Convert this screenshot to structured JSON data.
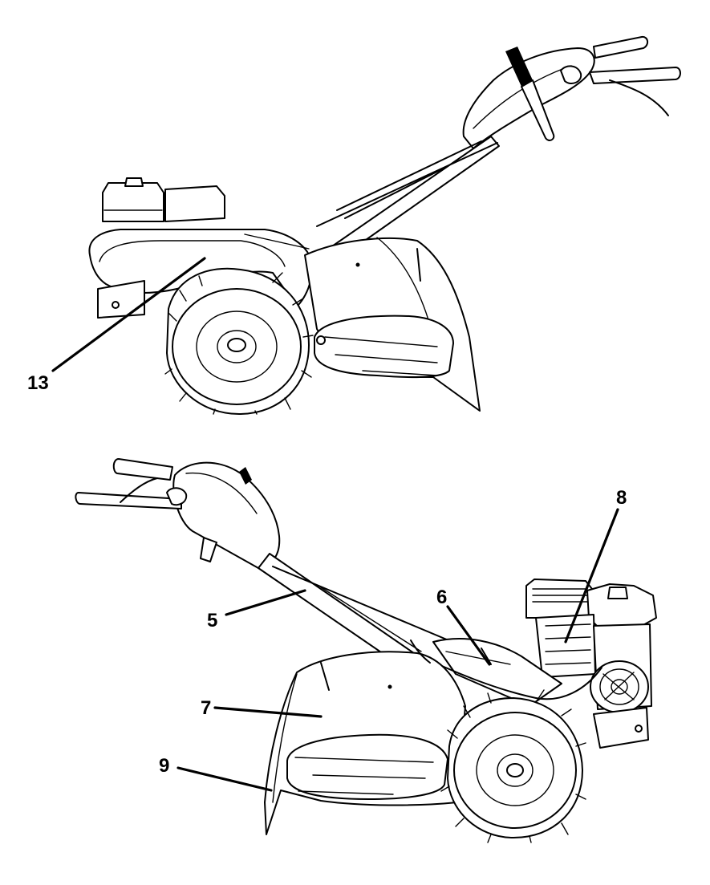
{
  "callouts": {
    "top": {
      "label_13": "13"
    },
    "bottom": {
      "label_8": "8",
      "label_6": "6",
      "label_5": "5",
      "label_7": "7",
      "label_9": "9"
    }
  },
  "colors": {
    "ink": "#000000",
    "paper": "#ffffff"
  }
}
